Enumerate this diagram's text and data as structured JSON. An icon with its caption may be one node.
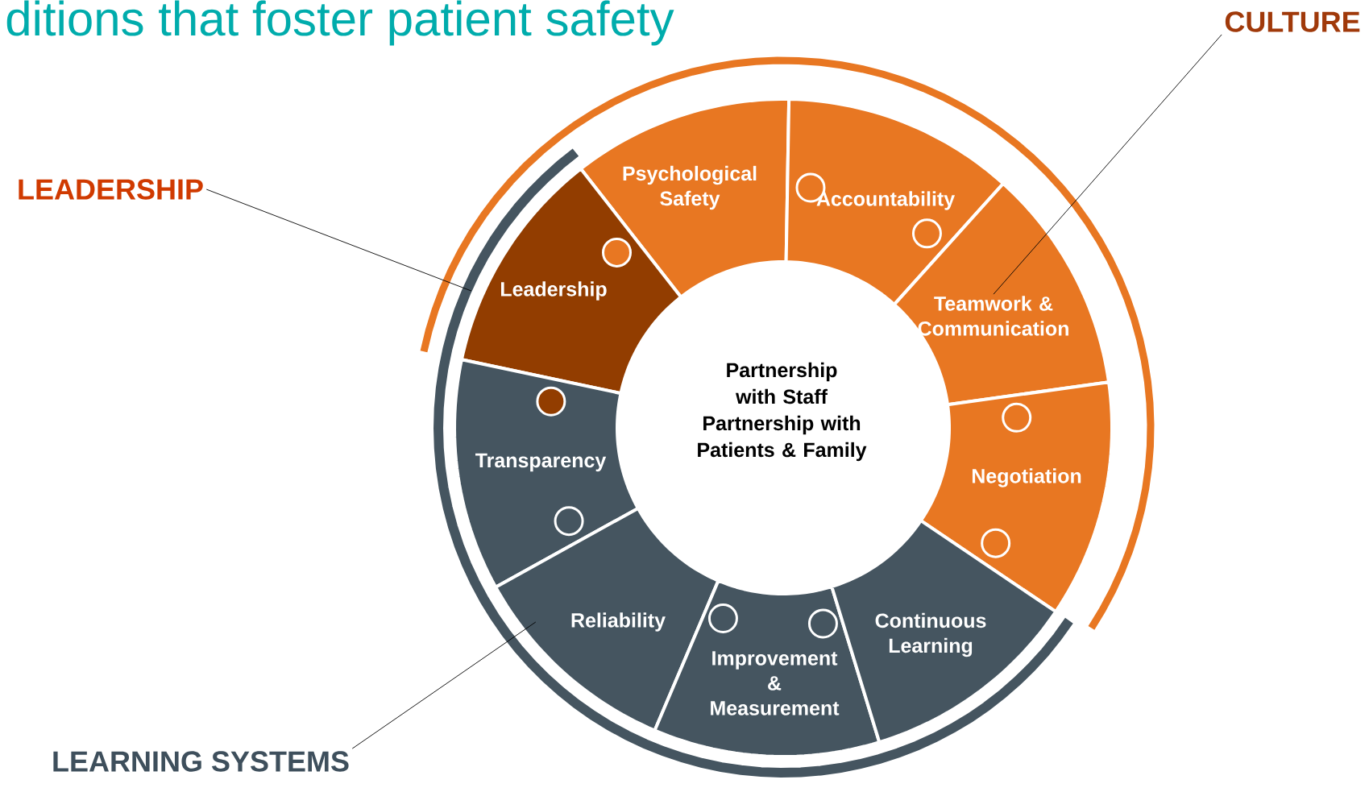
{
  "diagram": {
    "title": "ditions that foster patient safety",
    "nodes": [
      {
        "text": [
          "CULTURE"
        ]
      },
      {
        "text": [
          "LEADERSHIP"
        ]
      },
      {
        "text": [
          "Psychological Safety"
        ]
      },
      {
        "text": [
          "Accountability"
        ]
      },
      {
        "text": [
          "Leadership"
        ]
      },
      {
        "text": [
          "Teamwork & Communication"
        ]
      },
      {
        "text": [
          "Partnership with Staff",
          "Partnership with Patients & Family"
        ]
      },
      {
        "text": [
          "Transparency"
        ]
      },
      {
        "text": [
          "Negotiation"
        ]
      },
      {
        "text": [
          "Reliability"
        ]
      },
      {
        "text": [
          "Improvement & Measurement"
        ]
      },
      {
        "text": [
          "Continuous Learning"
        ]
      },
      {
        "text": [
          "LEARNING SYSTEMS"
        ]
      }
    ],
    "edges": [
      {
        "from": 1,
        "to": 4,
        "arrow": "none"
      },
      {
        "from": 0,
        "to": 5,
        "arrow": "none"
      },
      {
        "from": 12,
        "to": 9,
        "arrow": "none"
      }
    ]
  }
}
